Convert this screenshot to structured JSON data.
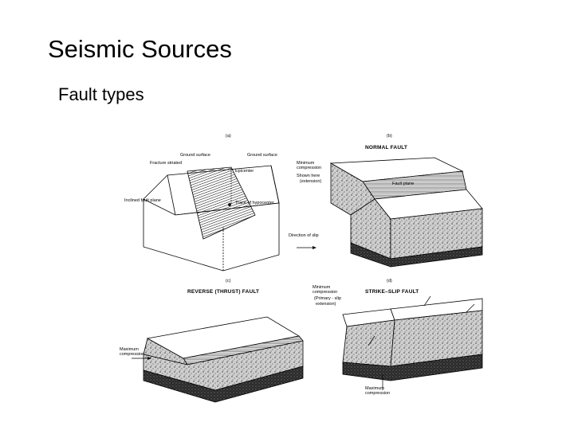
{
  "slide": {
    "title": "Seismic Sources",
    "subtitle": "Fault types"
  },
  "figure": {
    "panels": [
      {
        "tag": "(a)",
        "labels": {
          "surface_trace": "Ground surface",
          "epicenter": "Ground surface",
          "fracture": "Fracture striated",
          "epicenter2": "Epicenter",
          "inclined": "Inclined fault plane",
          "hypocenter": "Trace of hypocenter",
          "dip": "Direction of slip"
        }
      },
      {
        "tag": "(b)",
        "title": "NORMAL FAULT",
        "labels": {
          "min": "Minimum compression",
          "shown": "Shown here",
          "ext": "(extension)",
          "plane": "Fault plane"
        }
      },
      {
        "tag": "(c)",
        "title": "REVERSE (THRUST) FAULT",
        "labels": {
          "max": "Maximum",
          "comp": "compression"
        }
      },
      {
        "tag": "(d)",
        "title": "STRIKE–SLIP FAULT",
        "labels": {
          "min": "Minimum compression",
          "minsub": "(Primary - slip",
          "ext": "extension)",
          "max": "Maximum",
          "comp": "compression"
        }
      }
    ]
  },
  "colors": {
    "ink": "#000000",
    "paper": "#ffffff"
  }
}
